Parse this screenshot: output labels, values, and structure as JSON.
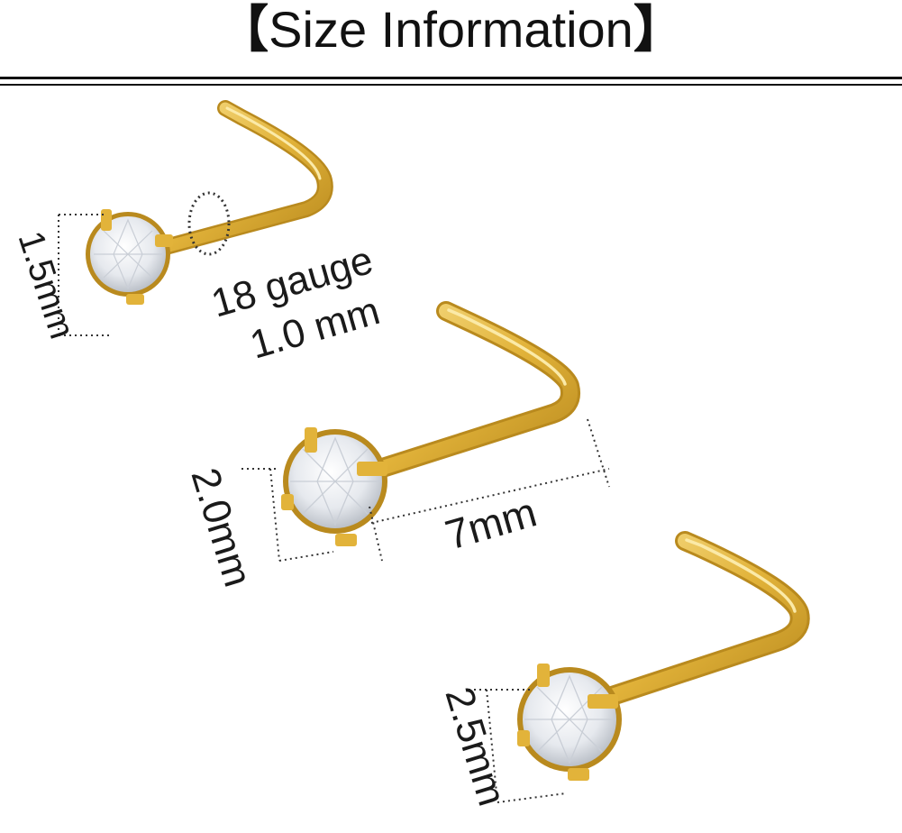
{
  "header": {
    "bracket_left": "【",
    "title": "Size Information",
    "bracket_right": "】"
  },
  "labels": {
    "gauge": "18 gauge",
    "wire_mm": "1.0 mm",
    "stone_small": "1.5mm",
    "stone_medium": "2.0mm",
    "stone_large": "2.5mm",
    "length": "7mm"
  },
  "colors": {
    "gold": "#e2b33a",
    "gold_dark": "#b98a1e",
    "gold_light": "#f6dc85",
    "text": "#1a1a1a"
  }
}
